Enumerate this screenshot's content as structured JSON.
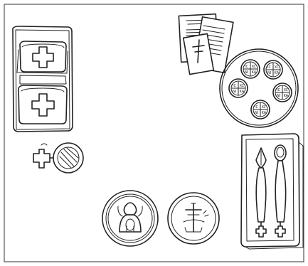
{
  "scene": {
    "background_color": "#ffffff",
    "ink_color": "#222222",
    "frame_border_color": "#555555"
  },
  "prosphora_seals": {
    "ic_label": "IC",
    "xc_label": "XC",
    "ni_label": "NI",
    "ka_label": "KA",
    "count": 5
  },
  "icons": [
    "cross-covered-chalice-veils",
    "hand-mirror-censer",
    "theotokos-icon-plate",
    "cross-plate",
    "prayer-cards",
    "prosphora-plate",
    "spear-and-spoon-tray"
  ]
}
